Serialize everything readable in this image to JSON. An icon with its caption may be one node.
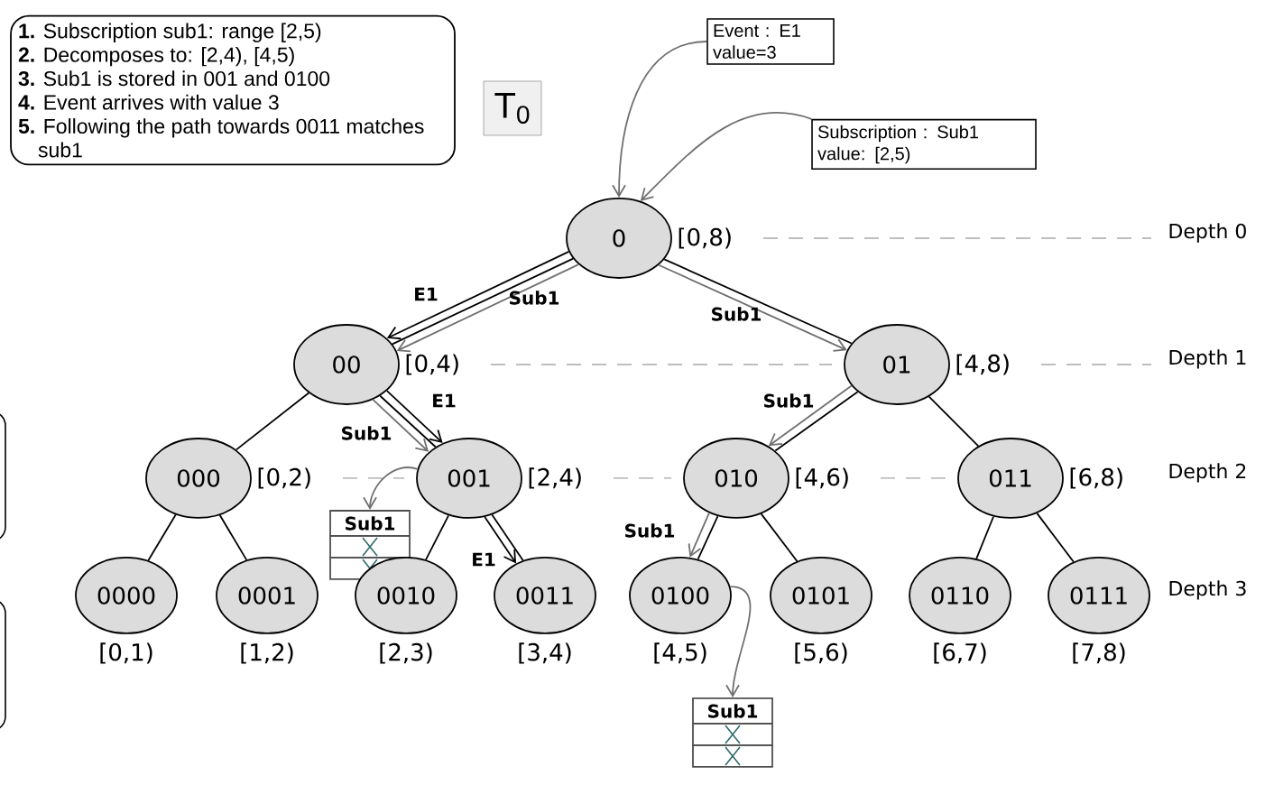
{
  "diagram": {
    "nodes": [
      {
        "text": [
          "**1.** Subscription sub1: range [2,5)",
          "**2.** Decomposes to: [2,4), [4,5)",
          "**3.** Sub1 is stored in 001 and 0100",
          "**4.** Event arrives with value 3",
          "**5.** Following the path towards 0011 matches sub1"
        ]
      },
      {
        "text": [
          "T$_{0}$"
        ]
      },
      {
        "text": [
          "Event : E1 value=3"
        ]
      },
      {
        "text": [
          "Subscription : Sub1 value: [2,5)"
        ]
      },
      {
        "text": [
          "0"
        ],
        "beside": [
          "[0,8)"
        ]
      },
      {
        "text": [
          "00"
        ],
        "beside": [
          "[0,4)"
        ]
      },
      {
        "text": [
          "01"
        ],
        "beside": [
          "[4,8)"
        ]
      },
      {
        "text": [
          "000"
        ],
        "beside": [
          "[0,2)"
        ]
      },
      {
        "text": [
          "001"
        ],
        "beside": [
          "[2,4)"
        ]
      },
      {
        "text": [
          "010"
        ],
        "beside": [
          "[4,6)"
        ]
      },
      {
        "text": [
          "011"
        ],
        "beside": [
          "[6,8)"
        ]
      },
      {
        "text": [
          "Sub1"
        ]
      },
      {
        "text": [
          "0000"
        ],
        "beside": [
          "[0,1)"
        ]
      },
      {
        "text": [
          "0001"
        ],
        "beside": [
          "[1,2)"
        ]
      },
      {
        "text": [
          "0010"
        ],
        "beside": [
          "[2,3)"
        ]
      },
      {
        "text": [
          "0011"
        ],
        "beside": [
          "[3,4)"
        ]
      },
      {
        "text": [
          "0100"
        ],
        "beside": [
          "[4,5)"
        ]
      },
      {
        "text": [
          "0101"
        ],
        "beside": [
          "[5,6)"
        ]
      },
      {
        "text": [
          "0110"
        ],
        "beside": [
          "[6,7)"
        ]
      },
      {
        "text": [
          "0111"
        ],
        "beside": [
          "[7,8)"
        ]
      },
      {
        "text": [
          "Sub1"
        ]
      }
    ],
    "edges": [
      {
        "from": 4,
        "to": 5,
        "arrow": "none"
      },
      {
        "from": 4,
        "to": 6,
        "arrow": "none"
      },
      {
        "from": 5,
        "to": 7,
        "arrow": "none"
      },
      {
        "from": 5,
        "to": 8,
        "arrow": "none"
      },
      {
        "from": 6,
        "to": 9,
        "arrow": "none"
      },
      {
        "from": 6,
        "to": 10,
        "arrow": "none"
      },
      {
        "from": 7,
        "to": 12,
        "arrow": "none"
      },
      {
        "from": 7,
        "to": 13,
        "arrow": "none"
      },
      {
        "from": 8,
        "to": 14,
        "arrow": "none"
      },
      {
        "from": 8,
        "to": 15,
        "arrow": "none"
      },
      {
        "from": 9,
        "to": 16,
        "arrow": "none"
      },
      {
        "from": 9,
        "to": 17,
        "arrow": "none"
      },
      {
        "from": 10,
        "to": 18,
        "arrow": "none"
      },
      {
        "from": 10,
        "to": 19,
        "arrow": "none"
      },
      {
        "from": 4,
        "to": 5,
        "arrow": "to",
        "label": "E1"
      },
      {
        "from": 4,
        "to": 5,
        "arrow": "to",
        "label": "Sub1",
        "color": "#707070"
      },
      {
        "from": 4,
        "to": 6,
        "arrow": "to",
        "label": "Sub1",
        "color": "#707070"
      },
      {
        "from": 5,
        "to": 8,
        "arrow": "to",
        "label": "E1"
      },
      {
        "from": 5,
        "to": 8,
        "arrow": "to",
        "label": "Sub1",
        "color": "#707070"
      },
      {
        "from": 6,
        "to": 9,
        "arrow": "to",
        "label": "Sub1",
        "color": "#707070"
      },
      {
        "from": 9,
        "to": 16,
        "arrow": "to",
        "label": "Sub1",
        "color": "#707070"
      },
      {
        "from": 8,
        "to": 15,
        "arrow": "to",
        "label": "E1"
      },
      {
        "from": 2,
        "to": 4,
        "arrow": "to",
        "color": "#707070"
      },
      {
        "from": 3,
        "to": 4,
        "arrow": "to",
        "color": "#707070"
      },
      {
        "from": 8,
        "to": 11,
        "arrow": "to",
        "color": "#707070"
      },
      {
        "from": 16,
        "to": 20,
        "arrow": "to",
        "color": "#707070"
      }
    ],
    "labels": [
      "Depth 0",
      "Depth 1",
      "Depth 2",
      "Depth 3"
    ]
  }
}
